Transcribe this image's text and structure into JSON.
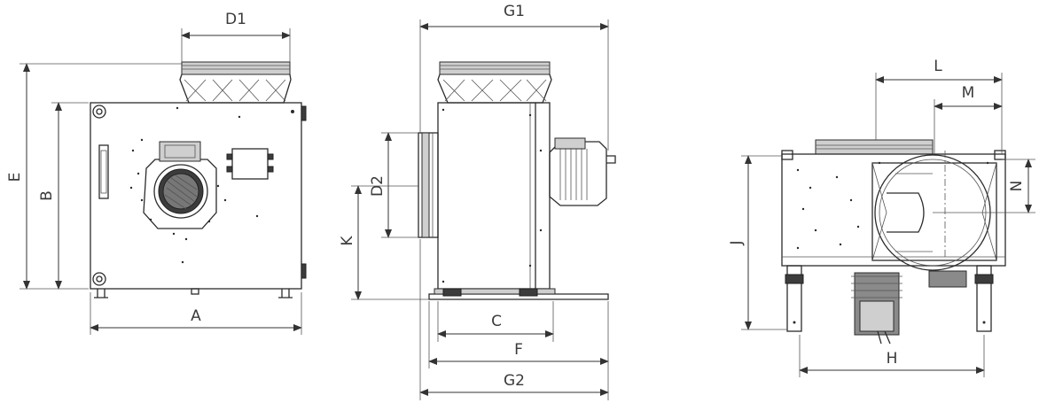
{
  "labels": {
    "A": "A",
    "B": "B",
    "C": "C",
    "D1": "D1",
    "D2": "D2",
    "E": "E",
    "F": "F",
    "G1": "G1",
    "G2": "G2",
    "H": "H",
    "J": "J",
    "K": "K",
    "L": "L",
    "M": "M",
    "N": "N"
  },
  "colors": {
    "line": "#2b2b2b",
    "dimension": "#333333",
    "text": "#3a3a3a",
    "background": "#ffffff"
  }
}
